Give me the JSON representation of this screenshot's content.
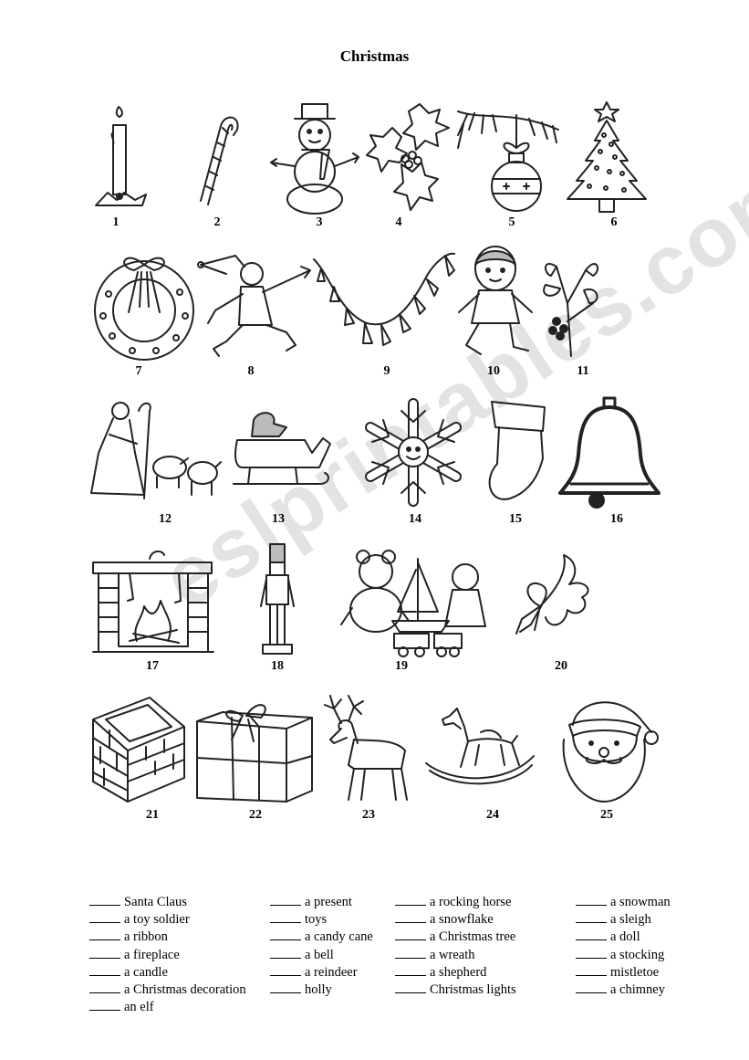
{
  "title": "Christmas",
  "numbers": [
    "1",
    "2",
    "3",
    "4",
    "5",
    "6",
    "7",
    "8",
    "9",
    "10",
    "11",
    "12",
    "13",
    "14",
    "15",
    "16",
    "17",
    "18",
    "19",
    "20",
    "21",
    "22",
    "23",
    "24",
    "25"
  ],
  "watermark": "eslprintables.com",
  "word_columns": [
    [
      "Santa Claus",
      "a toy soldier",
      "a ribbon",
      "a fireplace",
      "a candle",
      "a Christmas decoration",
      "an elf"
    ],
    [
      "a present",
      "toys",
      "a candy cane",
      "a bell",
      "a reindeer",
      "holly"
    ],
    [
      "a rocking horse",
      "a snowflake",
      "a Christmas tree",
      "a wreath",
      "a shepherd",
      "Christmas lights"
    ],
    [
      "a snowman",
      "a sleigh",
      "a doll",
      "a stocking",
      "mistletoe",
      "a chimney"
    ]
  ],
  "icons": [
    "candle-icon",
    "candy-cane-icon",
    "snowman-icon",
    "holly-icon",
    "christmas-decoration-icon",
    "christmas-tree-icon",
    "wreath-icon",
    "elf-icon",
    "christmas-lights-icon",
    "doll-icon",
    "mistletoe-icon",
    "shepherd-icon",
    "sleigh-icon",
    "snowflake-icon",
    "stocking-icon",
    "bell-icon",
    "fireplace-icon",
    "toy-soldier-icon",
    "toys-icon",
    "ribbon-icon",
    "chimney-icon",
    "present-icon",
    "reindeer-icon",
    "rocking-horse-icon",
    "santa-claus-icon"
  ]
}
